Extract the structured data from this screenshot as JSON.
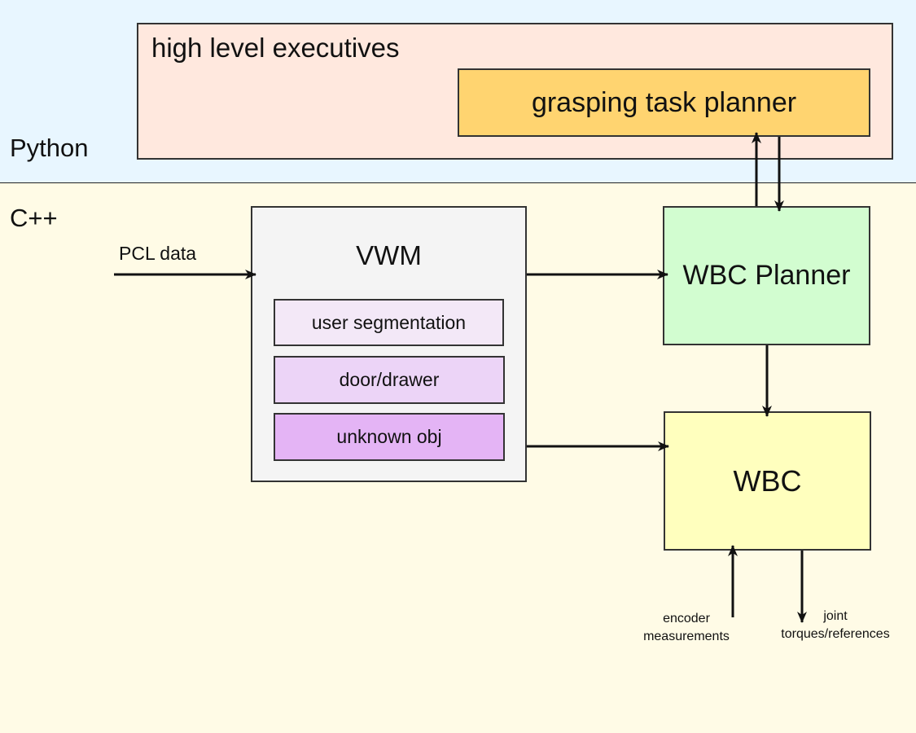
{
  "regions": {
    "python_label": "Python",
    "cpp_label": "C++"
  },
  "boxes": {
    "high_level_executives": "high level executives",
    "grasping_task_planner": "grasping task planner",
    "vwm": {
      "title": "VWM",
      "items": [
        "user segmentation",
        "door/drawer",
        "unknown obj"
      ]
    },
    "wbc_planner": "WBC Planner",
    "wbc": "WBC"
  },
  "labels": {
    "pcl_data": "PCL data",
    "encoder_line1": "encoder",
    "encoder_line2": "measurements",
    "joint_line1": "joint",
    "joint_line2": "torques/references"
  },
  "colors": {
    "python_bg": "#e8f6ff",
    "cpp_bg": "#fffbe6",
    "high_level_bg": "#ffe8de",
    "grasping_bg": "#ffd470",
    "vwm_bg": "#f4f4f4",
    "user_segmentation_bg": "#f3e8f7",
    "door_drawer_bg": "#ecd4f7",
    "unknown_obj_bg": "#e4b4f5",
    "wbc_planner_bg": "#d2fdd0",
    "wbc_bg": "#ffffbe"
  }
}
